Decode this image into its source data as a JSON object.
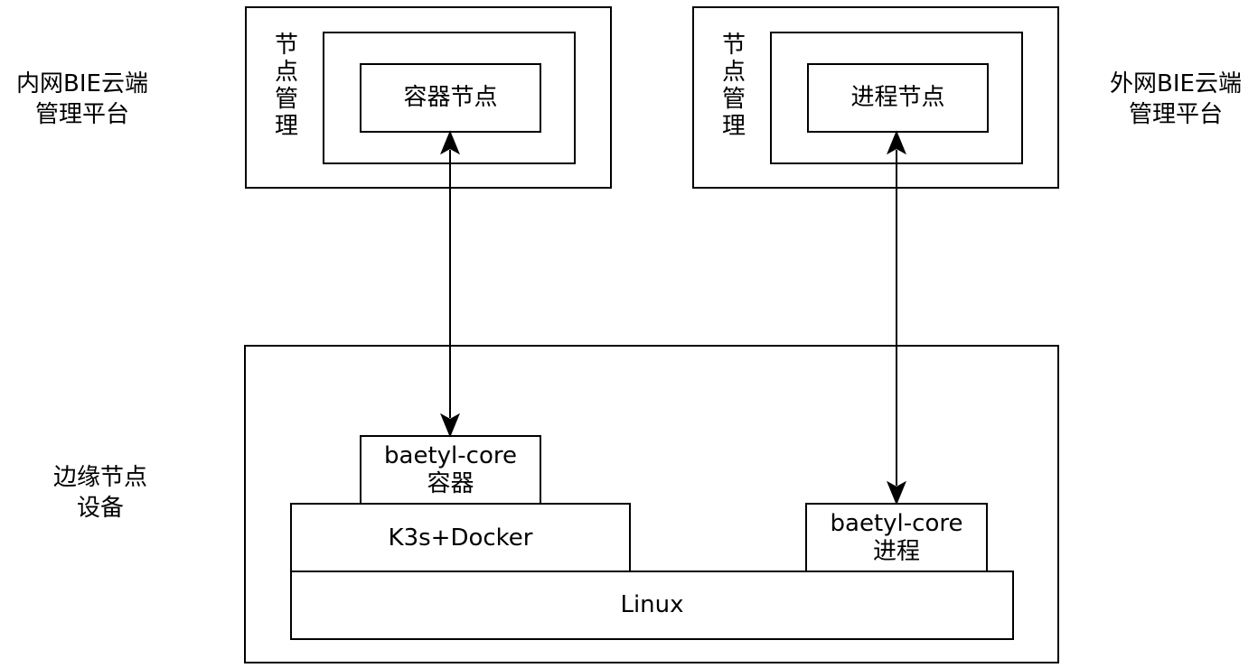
{
  "left_cloud": {
    "title_line1": "内网BIE云端",
    "title_line2": "管理平台",
    "node_mgmt_label": [
      "节",
      "点",
      "管",
      "理"
    ],
    "node_label": "容器节点"
  },
  "right_cloud": {
    "title_line1": "外网BIE云端",
    "title_line2": "管理平台",
    "node_mgmt_label": [
      "节",
      "点",
      "管",
      "理"
    ],
    "node_label": "进程节点"
  },
  "edge": {
    "title_line1": "边缘节点",
    "title_line2": "设备",
    "baetyl_container_line1": "baetyl-core",
    "baetyl_container_line2": "容器",
    "k3s_docker": "K3s+Docker",
    "baetyl_process_line1": "baetyl-core",
    "baetyl_process_line2": "进程",
    "linux": "Linux"
  },
  "colors": {
    "stroke": "#000000",
    "background": "#ffffff"
  }
}
